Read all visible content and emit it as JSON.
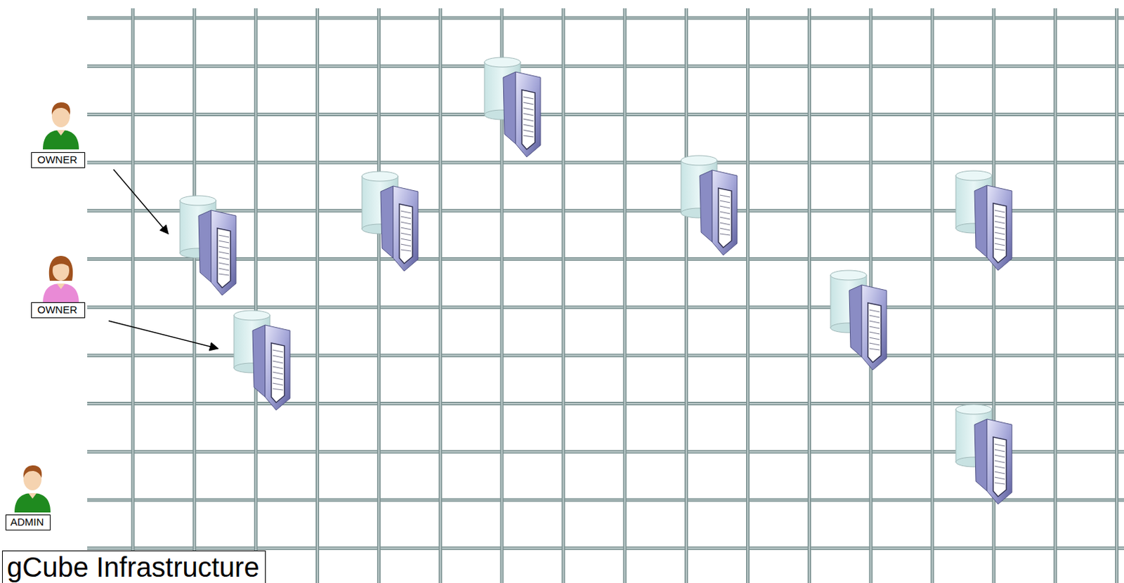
{
  "diagram": {
    "nodes": [
      {
        "text": [
          "OWNER"
        ]
      },
      {
        "text": [
          "OWNER"
        ]
      },
      {
        "text": [
          "ADMIN"
        ]
      },
      {
        "text": [
          "gCube Infrastructure"
        ]
      }
    ]
  }
}
